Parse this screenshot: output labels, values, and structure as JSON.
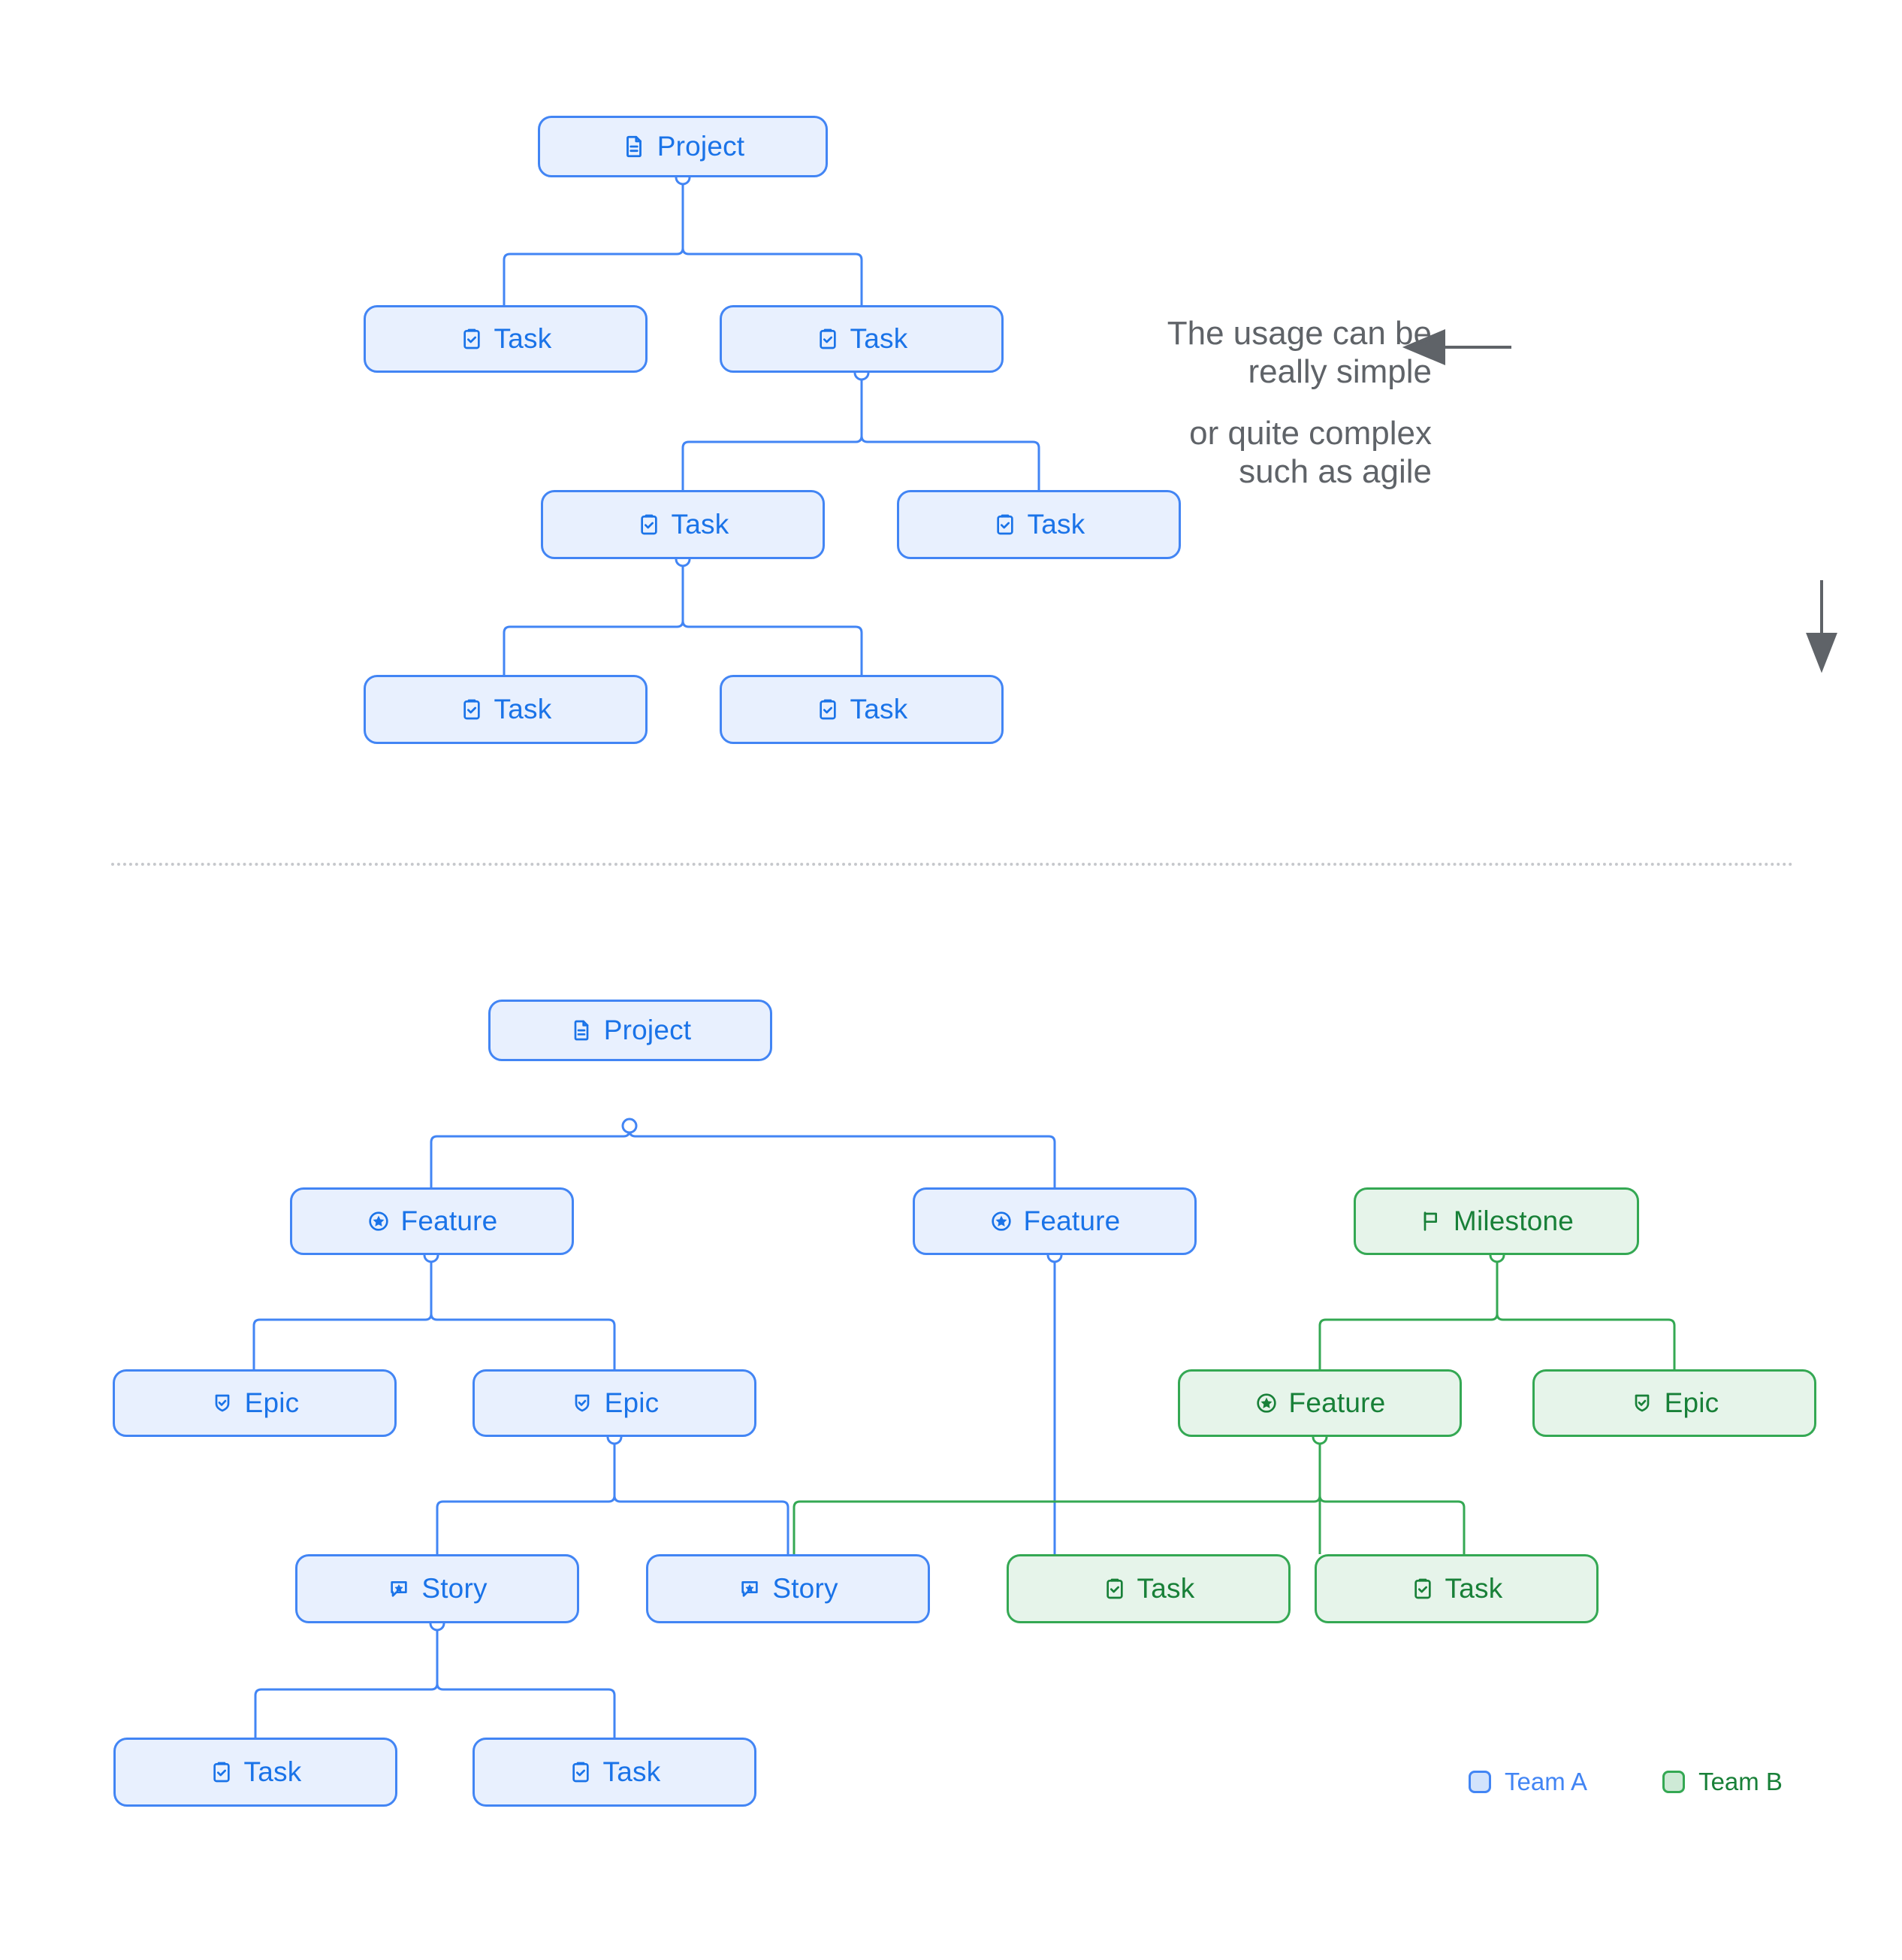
{
  "theme": {
    "team_a_border": "#4285f4",
    "team_a_fill": "#e8f0fe",
    "team_a_text": "#1a73e8",
    "team_b_border": "#34a853",
    "team_b_fill": "#e6f4ea",
    "team_b_text": "#188038",
    "note_text_color": "#5f6368",
    "divider_color": "#c6c8cc",
    "background": "#ffffff"
  },
  "annotation": {
    "line1": "The usage can be",
    "line2": "really simple",
    "line3": "or quite complex",
    "line4": "such as agile",
    "left_arrow": "left-arrow",
    "down_arrow": "down-arrow"
  },
  "legend": {
    "items": [
      {
        "label": "Team A",
        "color": "#4285f4"
      },
      {
        "label": "Team B",
        "color": "#188038"
      }
    ]
  },
  "diagram_simple": {
    "title": "simple-tree",
    "nodes": [
      {
        "id": "s-project",
        "label": "Project",
        "icon": "document-icon",
        "team": "A"
      },
      {
        "id": "s-task-1",
        "label": "Task",
        "icon": "clipboard-check-icon",
        "team": "A"
      },
      {
        "id": "s-task-2",
        "label": "Task",
        "icon": "clipboard-check-icon",
        "team": "A"
      },
      {
        "id": "s-task-3",
        "label": "Task",
        "icon": "clipboard-check-icon",
        "team": "A"
      },
      {
        "id": "s-task-4",
        "label": "Task",
        "icon": "clipboard-check-icon",
        "team": "A"
      },
      {
        "id": "s-task-5",
        "label": "Task",
        "icon": "clipboard-check-icon",
        "team": "A"
      },
      {
        "id": "s-task-6",
        "label": "Task",
        "icon": "clipboard-check-icon",
        "team": "A"
      }
    ],
    "edges": [
      {
        "from": "s-project",
        "to": "s-task-1"
      },
      {
        "from": "s-project",
        "to": "s-task-2"
      },
      {
        "from": "s-task-2",
        "to": "s-task-3"
      },
      {
        "from": "s-task-2",
        "to": "s-task-4"
      },
      {
        "from": "s-task-3",
        "to": "s-task-5"
      },
      {
        "from": "s-task-3",
        "to": "s-task-6"
      }
    ]
  },
  "diagram_agile": {
    "title": "agile-tree",
    "nodes": [
      {
        "id": "a-project",
        "label": "Project",
        "icon": "document-icon",
        "team": "A"
      },
      {
        "id": "a-feature-1",
        "label": "Feature",
        "icon": "star-circle-icon",
        "team": "A"
      },
      {
        "id": "a-feature-2",
        "label": "Feature",
        "icon": "star-circle-icon",
        "team": "A"
      },
      {
        "id": "a-milestone",
        "label": "Milestone",
        "icon": "flag-icon",
        "team": "B"
      },
      {
        "id": "a-epic-1",
        "label": "Epic",
        "icon": "shield-check-icon",
        "team": "A"
      },
      {
        "id": "a-epic-2",
        "label": "Epic",
        "icon": "shield-check-icon",
        "team": "A"
      },
      {
        "id": "a-feature-3",
        "label": "Feature",
        "icon": "star-circle-icon",
        "team": "B"
      },
      {
        "id": "a-epic-3",
        "label": "Epic",
        "icon": "shield-check-icon",
        "team": "B"
      },
      {
        "id": "a-story-1",
        "label": "Story",
        "icon": "comment-star-icon",
        "team": "A"
      },
      {
        "id": "a-story-2",
        "label": "Story",
        "icon": "comment-star-icon",
        "team": "A"
      },
      {
        "id": "a-task-1",
        "label": "Task",
        "icon": "clipboard-check-icon",
        "team": "B"
      },
      {
        "id": "a-task-2",
        "label": "Task",
        "icon": "clipboard-check-icon",
        "team": "B"
      },
      {
        "id": "a-task-3",
        "label": "Task",
        "icon": "clipboard-check-icon",
        "team": "A"
      },
      {
        "id": "a-task-4",
        "label": "Task",
        "icon": "clipboard-check-icon",
        "team": "A"
      }
    ],
    "edges": [
      {
        "from": "a-project",
        "to": "a-feature-1"
      },
      {
        "from": "a-project",
        "to": "a-feature-2"
      },
      {
        "from": "a-feature-1",
        "to": "a-epic-1"
      },
      {
        "from": "a-feature-1",
        "to": "a-epic-2"
      },
      {
        "from": "a-milestone",
        "to": "a-feature-3"
      },
      {
        "from": "a-milestone",
        "to": "a-epic-3"
      },
      {
        "from": "a-epic-2",
        "to": "a-story-1"
      },
      {
        "from": "a-epic-2",
        "to": "a-story-2"
      },
      {
        "from": "a-feature-2",
        "to": "a-story-2"
      },
      {
        "from": "a-feature-3",
        "to": "a-task-1"
      },
      {
        "from": "a-feature-3",
        "to": "a-task-2"
      },
      {
        "from": "a-story-1",
        "to": "a-task-3"
      },
      {
        "from": "a-story-1",
        "to": "a-task-4"
      }
    ]
  }
}
